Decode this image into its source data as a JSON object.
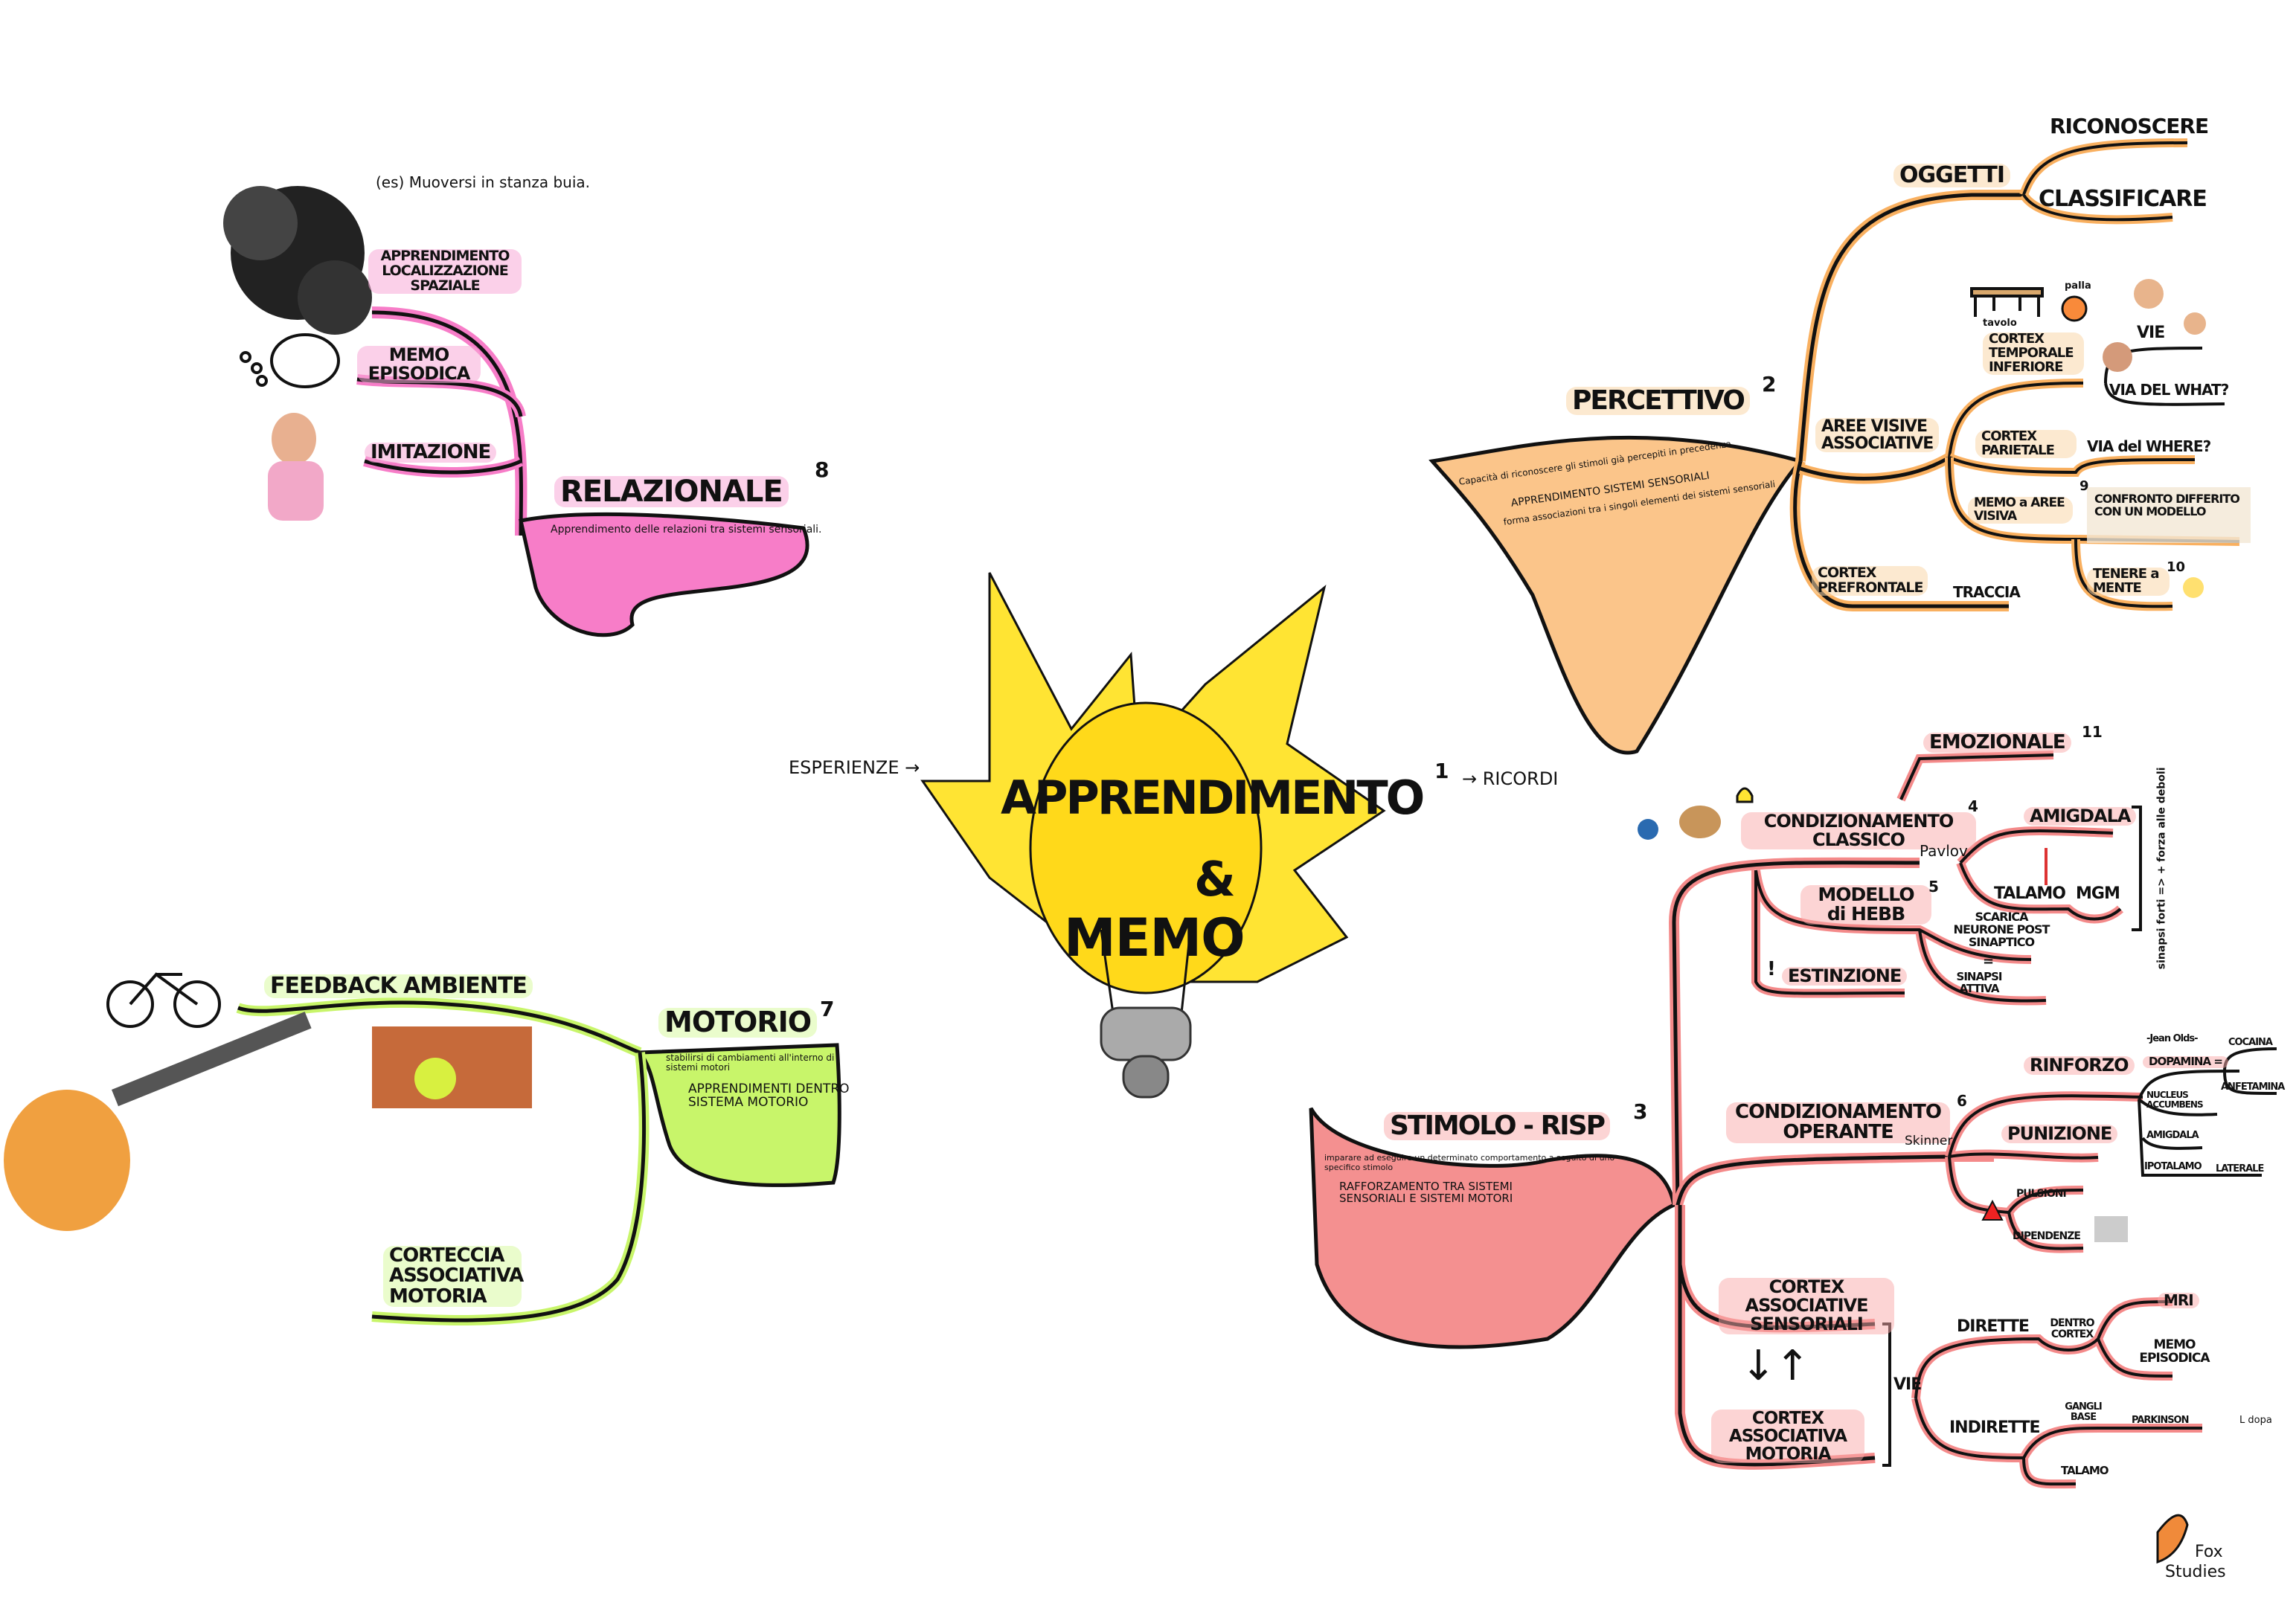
{
  "center": {
    "title": "APPRENDIMENTO",
    "sup": "1",
    "amp": "&",
    "memo": "MEMO",
    "left_note": "ESPERIENZE →",
    "right_note": "→ RICORDI"
  },
  "relazionale": {
    "title": "RELAZIONALE",
    "sup": "8",
    "desc": "Apprendimento delle relazioni tra sistemi sensoriali.",
    "example": "(es) Muoversi in stanza buia.",
    "items": [
      "APPRENDIMENTO LOCALIZZAZIONE SPAZIALE",
      "MEMO EPISODICA",
      "IMITAZIONE"
    ]
  },
  "percettivo": {
    "title": "PERCETTIVO",
    "sup": "2",
    "desc1": "Capacità di riconoscere gli stimoli già percepiti in precedenza",
    "desc2": "APPRENDIMENTO SISTEMI SENSORIALI",
    "desc3": "forma associazioni tra i singoli elementi dei sistemi sensoriali",
    "oggetti": "OGGETTI",
    "riconoscere": "RICONOSCERE",
    "classificare": "CLASSIFICARE",
    "aree": "AREE VISIVE ASSOCIATIVE",
    "tavolo": "tavolo",
    "palla": "palla",
    "ctx_temp": "CORTEX TEMPORALE INFERIORE",
    "vie": "VIE",
    "via_what": "VIA DEL WHAT?",
    "ctx_par": "CORTEX PARIETALE",
    "via_where": "VIA del WHERE?",
    "memo_aree": "MEMO a AREE VISIVA",
    "memo_sup": "9",
    "confronto": "CONFRONTO DIFFERITO CON UN MODELLO",
    "tenere": "TENERE a MENTE",
    "tenere_sup": "10",
    "ctx_pref": "CORTEX PREFRONTALE",
    "traccia": "TRACCIA"
  },
  "stimolo": {
    "title": "STIMOLO - RISP",
    "sup": "3",
    "desc1": "imparare ad eseguire un determinato comportamento a seguito di uno specifico stimolo",
    "desc2": "RAFFORZAMENTO TRA SISTEMI SENSORIALI E SISTEMI MOTORI",
    "classico": "CONDIZIONAMENTO CLASSICO",
    "classico_sup": "4",
    "pavlov": "Pavlov",
    "emozionale": "EMOZIONALE",
    "emozionale_sup": "11",
    "amigdala": "AMIGDALA",
    "talamo": "TALAMO",
    "mgm": "MGM",
    "sinapsi_note": "sinapsi forti => + forza alle deboli",
    "hebb": "MODELLO di HEBB",
    "hebb_sup": "5",
    "scarica": "SCARICA NEURONE POST SINAPTICO",
    "eq": "=",
    "sinapsi": "SINAPSI ATTIVA",
    "estinzione": "ESTINZIONE",
    "excl": "!",
    "operante": "CONDIZIONAMENTO OPERANTE",
    "operante_sup": "6",
    "skinner": "Skinner",
    "rinforzo": "RINFORZO",
    "punizione": "PUNIZIONE",
    "jean": "-Jean Olds-",
    "dopamina": "DOPAMINA =",
    "cocaina": "COCAINA",
    "anfetamina": "ANFETAMINA",
    "nucleus": "NUCLEUS ACCUMBENS",
    "amigdala2": "AMIGDALA",
    "ipotalamo": "IPOTALAMO",
    "laterale": "LATERALE",
    "pulsioni": "PULSIONI",
    "dipendenze": "DIPENDENZE",
    "ctx_sens": "CORTEX ASSOCIATIVE SENSORIALI",
    "arrows": "↓↑",
    "ctx_mot": "CORTEX ASSOCIATIVA MOTORIA",
    "vie": "VIE",
    "dirette": "DIRETTE",
    "dentro": "DENTRO CORTEX",
    "mri": "MRI",
    "memo_ep": "MEMO EPISODICA",
    "indirette": "INDIRETTE",
    "gangli": "GANGLI BASE",
    "parkinson": "PARKINSON",
    "ldopa": "L dopa",
    "talamo2": "TALAMO"
  },
  "motorio": {
    "title": "MOTORIO",
    "sup": "7",
    "desc1": "stabilirsi di cambiamenti all'interno di sistemi motori",
    "desc2": "APPRENDIMENTI DENTRO SISTEMA MOTORIO",
    "feedback": "FEEDBACK AMBIENTE",
    "corteccia": "CORTECCIA ASSOCIATIVA MOTORIA"
  },
  "logo": {
    "line1": "Fox",
    "line2": "Studies"
  },
  "colors": {
    "pink": "#f77dc8",
    "orange": "#f9b060",
    "red": "#f48a8a",
    "green": "#c8f56a",
    "yellow": "#ffe433"
  }
}
